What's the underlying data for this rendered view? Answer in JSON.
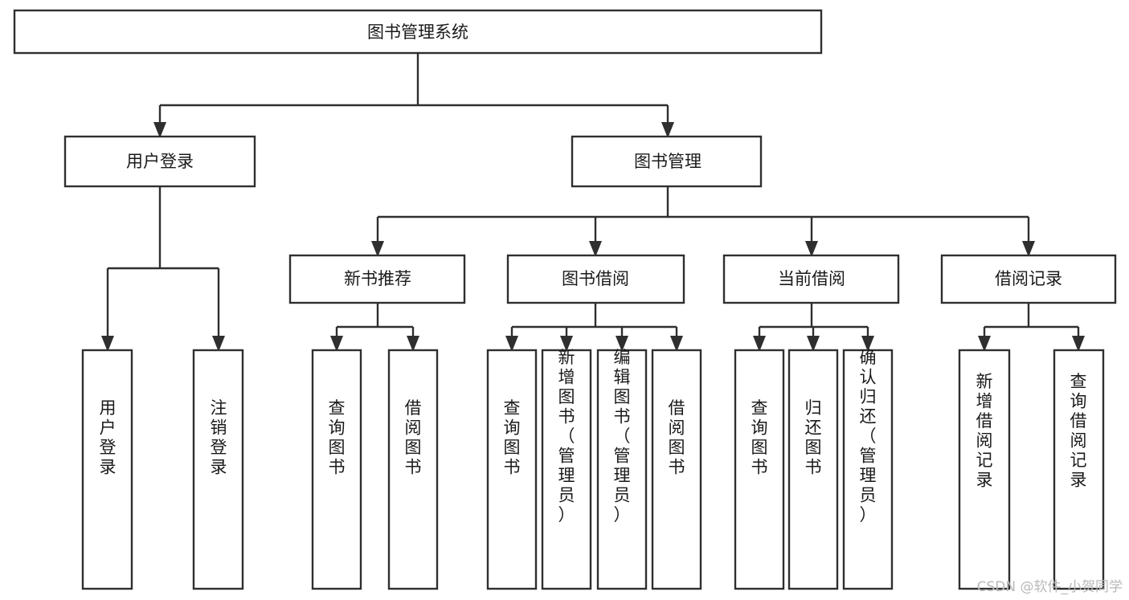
{
  "diagram": {
    "type": "tree",
    "title": "图书管理系统",
    "orientation": "top-down",
    "colors": {
      "box_stroke": "#2f2f2f",
      "box_fill": "#ffffff",
      "text": "#1a1a1a",
      "connector": "#2f2f2f",
      "background": "#ffffff",
      "watermark": "#b9b9b9"
    },
    "root": {
      "label": "图书管理系统"
    },
    "level2": [
      {
        "id": "user-login",
        "label": "用户登录"
      },
      {
        "id": "book-management",
        "label": "图书管理"
      }
    ],
    "level3": [
      {
        "id": "new-book-recommend",
        "label": "新书推荐"
      },
      {
        "id": "book-borrow",
        "label": "图书借阅"
      },
      {
        "id": "current-borrow",
        "label": "当前借阅"
      },
      {
        "id": "borrow-record",
        "label": "借阅记录"
      }
    ],
    "leaves": {
      "user_login": [
        {
          "id": "leaf-user-login",
          "label": "用户登录"
        },
        {
          "id": "leaf-logout-login",
          "label": "注销登录"
        }
      ],
      "new_book_recommend": [
        {
          "id": "leaf-query-book-1",
          "label": "查询图书"
        },
        {
          "id": "leaf-borrow-book-1",
          "label": "借阅图书"
        }
      ],
      "book_borrow": [
        {
          "id": "leaf-query-book-2",
          "label": "查询图书"
        },
        {
          "id": "leaf-add-book-admin",
          "label": "新增图书（管理员）"
        },
        {
          "id": "leaf-edit-book-admin",
          "label": "编辑图书（管理员）"
        },
        {
          "id": "leaf-borrow-book-2",
          "label": "借阅图书"
        }
      ],
      "current_borrow": [
        {
          "id": "leaf-query-book-3",
          "label": "查询图书"
        },
        {
          "id": "leaf-return-book",
          "label": "归还图书"
        },
        {
          "id": "leaf-confirm-return-admin",
          "label": "确认归还（管理员）"
        }
      ],
      "borrow_record": [
        {
          "id": "leaf-add-borrow-record",
          "label": "新增借阅记录"
        },
        {
          "id": "leaf-query-borrow-record",
          "label": "查询借阅记录"
        }
      ]
    }
  },
  "watermark": {
    "text": "CSDN @软件_小贺同学"
  }
}
